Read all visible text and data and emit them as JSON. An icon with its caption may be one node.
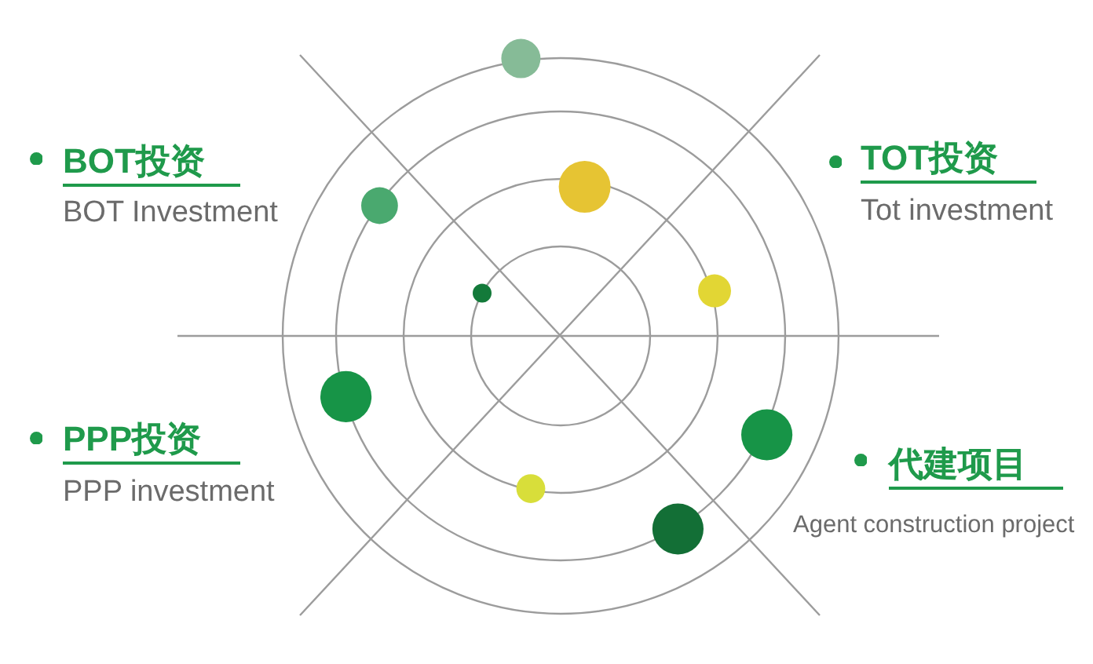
{
  "diagram": {
    "labels": [
      "BOT投资",
      "BOT Investment",
      "TOT投资",
      "Tot investment",
      "PPP投资",
      "PPP investment",
      "代建项目",
      "Agent construction project"
    ]
  }
}
